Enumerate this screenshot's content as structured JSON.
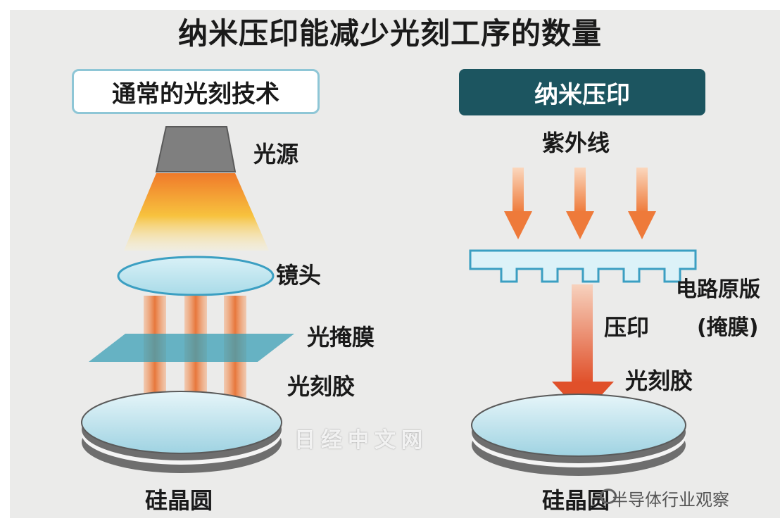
{
  "title": "纳米压印能减少光刻工序的数量",
  "left": {
    "header": "通常的光刻技术",
    "labels": {
      "light_source": "光源",
      "lens": "镜头",
      "photomask": "光掩膜",
      "photoresist": "光刻胶",
      "wafer": "硅晶圆"
    }
  },
  "right": {
    "header": "纳米压印",
    "labels": {
      "uv": "紫外线",
      "template_line1": "电路原版",
      "template_line2": "(掩膜)",
      "imprint": "压印",
      "photoresist": "光刻胶",
      "wafer": "硅晶圆"
    }
  },
  "watermarks": {
    "center": "日经中文网",
    "corner": "半导体行业观察"
  },
  "colors": {
    "header_dark": "#1c5560",
    "header_border": "#8ec6d6",
    "mask_teal": "#3a9fb5",
    "arrow_orange": "#f07a3c"
  }
}
